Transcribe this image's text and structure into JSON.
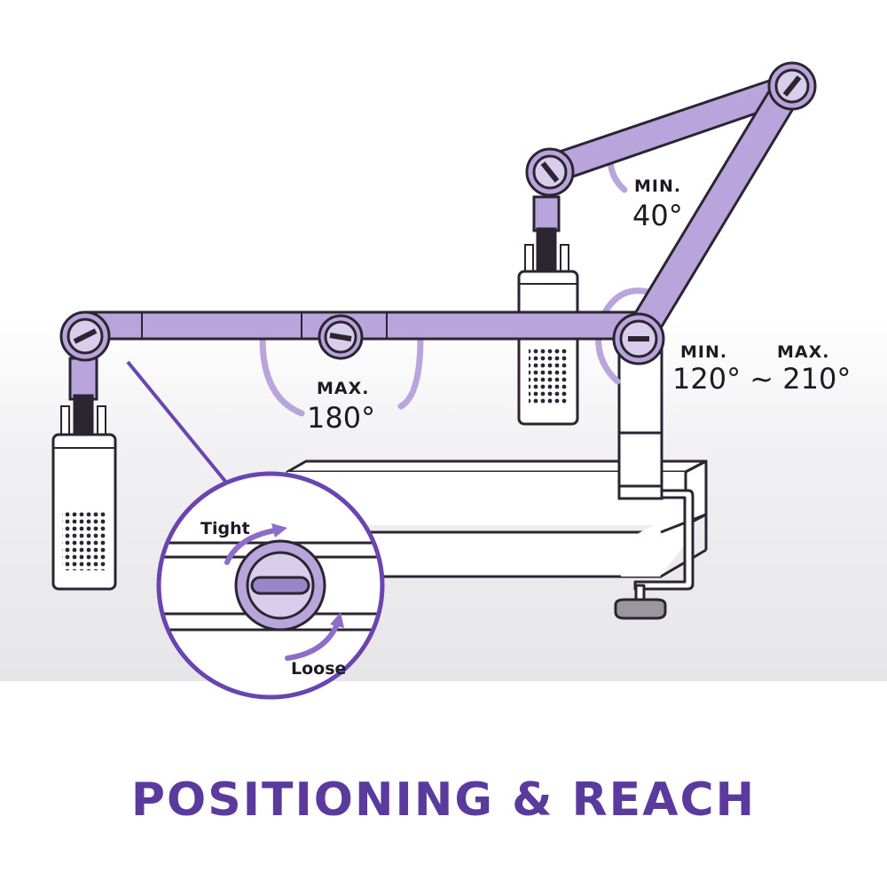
{
  "title": "POSITIONING & REACH",
  "labels": {
    "top_angle_min": "MIN.",
    "top_angle_value": "40°",
    "middle_angle_max": "MAX.",
    "middle_angle_value": "180°",
    "base_angle_min": "MIN.",
    "base_angle_max": "MAX.",
    "base_angle_value": "120° ~ 210°",
    "knob_tight": "Tight",
    "knob_loose": "Loose"
  },
  "colors": {
    "arm": "#b9a4dc",
    "arm_light": "#cfbfea",
    "accent": "#8e6cc9",
    "outline": "#2a2530",
    "title": "#5b3a9e",
    "floor": "#e9e9eb"
  },
  "icons": [
    "joint-knob",
    "microphone",
    "desk-clamp",
    "rotation-arrow"
  ]
}
